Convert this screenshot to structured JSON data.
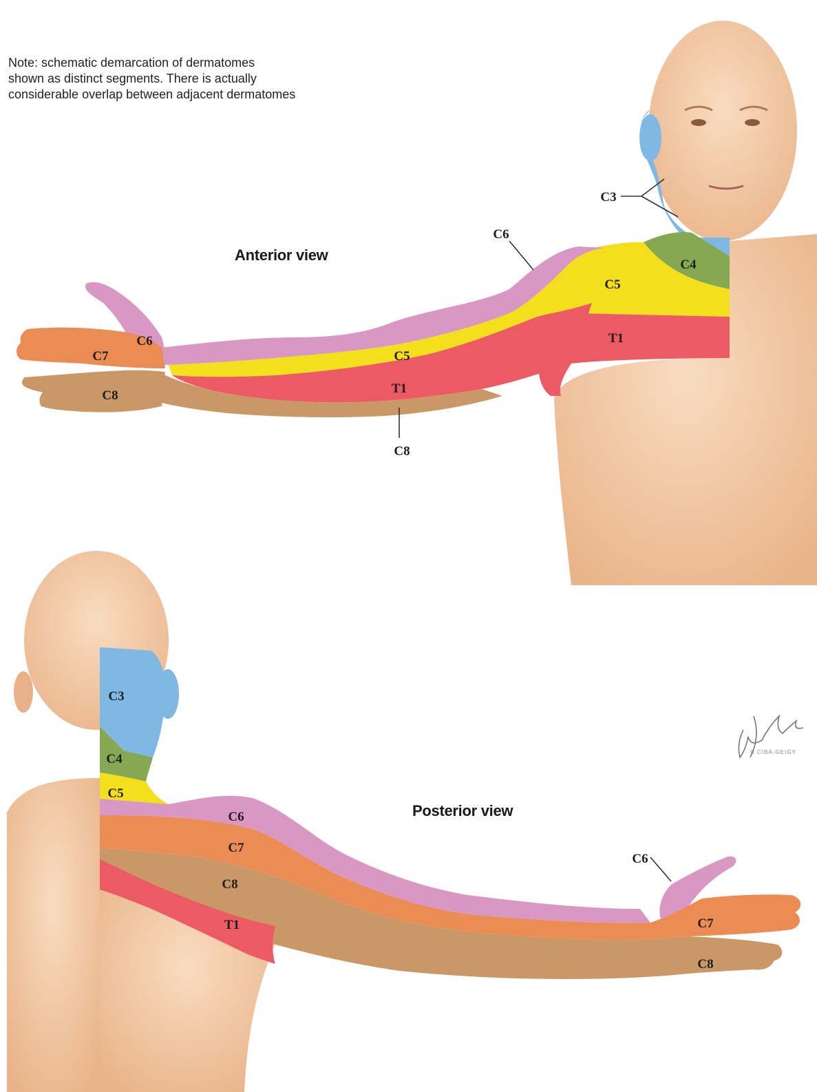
{
  "note": {
    "lines": [
      "Note: schematic demarcation of dermatomes",
      "shown as distinct segments. There is actually",
      "considerable overlap between adjacent dermatomes"
    ]
  },
  "anterior": {
    "title": "Anterior view",
    "labels": {
      "c3": "C3",
      "c4": "C4",
      "c5_shoulder": "C5",
      "c6_top": "C6",
      "t1_shoulder": "T1",
      "c5_forearm": "C5",
      "t1_forearm": "T1",
      "c6_hand": "C6",
      "c7_hand": "C7",
      "c8_hand": "C8",
      "c8_bottom": "C8"
    }
  },
  "posterior": {
    "title": "Posterior view",
    "labels": {
      "c3": "C3",
      "c4": "C4",
      "c5": "C5",
      "c6_arm": "C6",
      "c7_arm": "C7",
      "c8_arm": "C8",
      "t1_arm": "T1",
      "c6_hand": "C6",
      "c7_hand": "C7",
      "c8_hand": "C8"
    }
  },
  "signature": {
    "text": "F. Netter M.D.",
    "caption": "© CIBA-GEIGY"
  },
  "colors": {
    "skin": "#f2c9a4",
    "skin_shadow": "#e3a97e",
    "c3": "#7fb8e3",
    "c4": "#86a853",
    "c5": "#f3df1c",
    "c6": "#d998c3",
    "c7": "#ec8c55",
    "c8": "#c99866",
    "t1": "#ec5a64"
  }
}
